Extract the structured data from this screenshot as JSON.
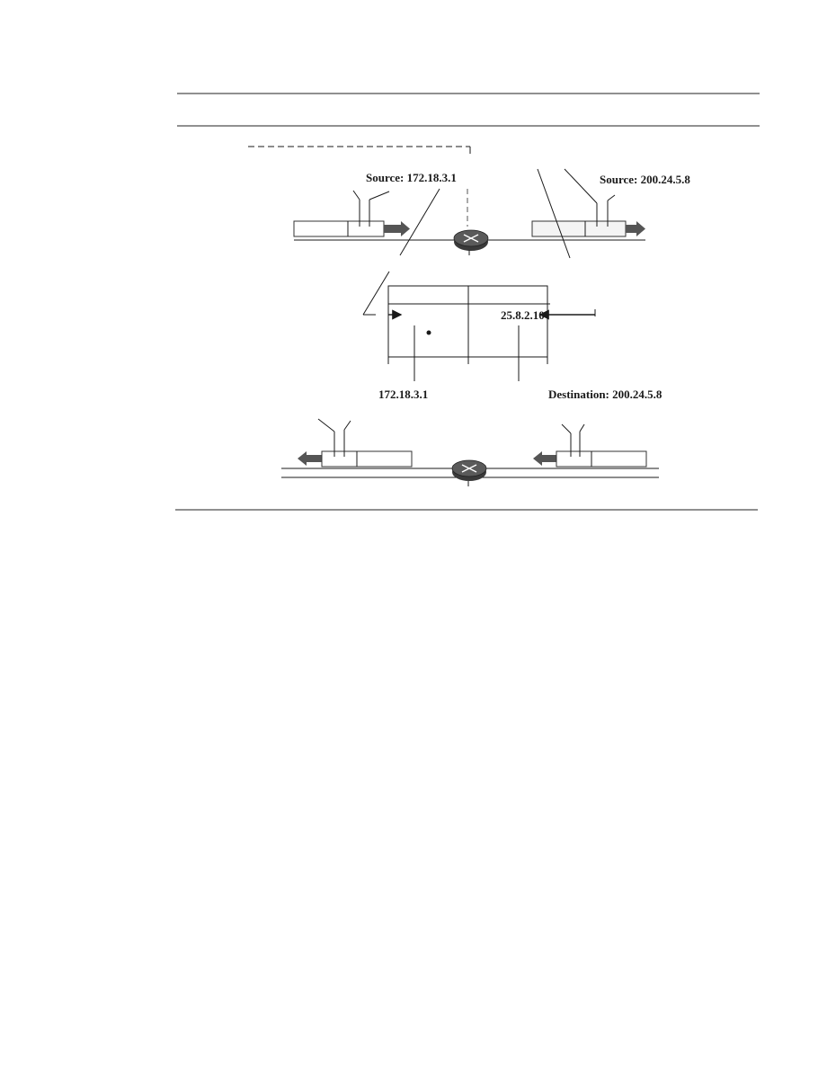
{
  "labels": {
    "top_source": "Source: 172.18.3.1",
    "top_right_source": "Source: 200.24.5.8",
    "table_entry": "25.8.2.10",
    "bottom_left_dest": "172.18.3.1",
    "bottom_right_dest": "Destination: 200.24.5.8"
  },
  "colors": {
    "ink": "#1a1a1a",
    "router_body": "#3a3a3a",
    "arrow_fill": "#555555"
  },
  "icons": {
    "router": "router-icon"
  }
}
